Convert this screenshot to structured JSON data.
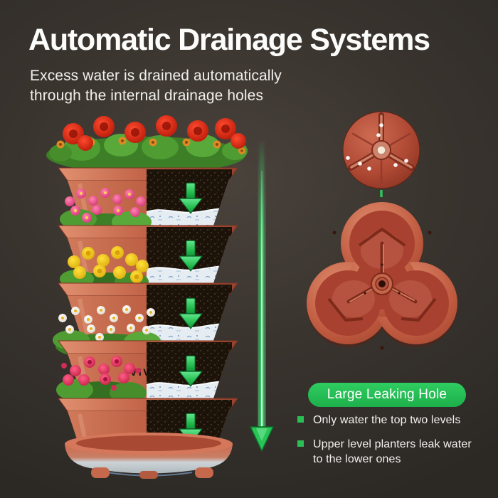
{
  "header": {
    "title": "Automatic Drainage Systems",
    "subtitle_line1": "Excess water is drained automatically",
    "subtitle_line2": "through the internal drainage holes"
  },
  "planter_stack": {
    "brand_label": "VIV",
    "levels": 5,
    "flower_colors": [
      "red",
      "pink",
      "yellow",
      "white",
      "magenta"
    ]
  },
  "callout": {
    "badge_label": "Large Leaking Hole",
    "bullets": [
      "Only water the top two levels",
      "Upper level planters leak water to the lower ones"
    ]
  },
  "colors": {
    "accent_green": "#2bc85a",
    "terracotta": "#c2634a",
    "soil": "#1b1209",
    "water": "#e6edf2",
    "background": "#38332e"
  }
}
